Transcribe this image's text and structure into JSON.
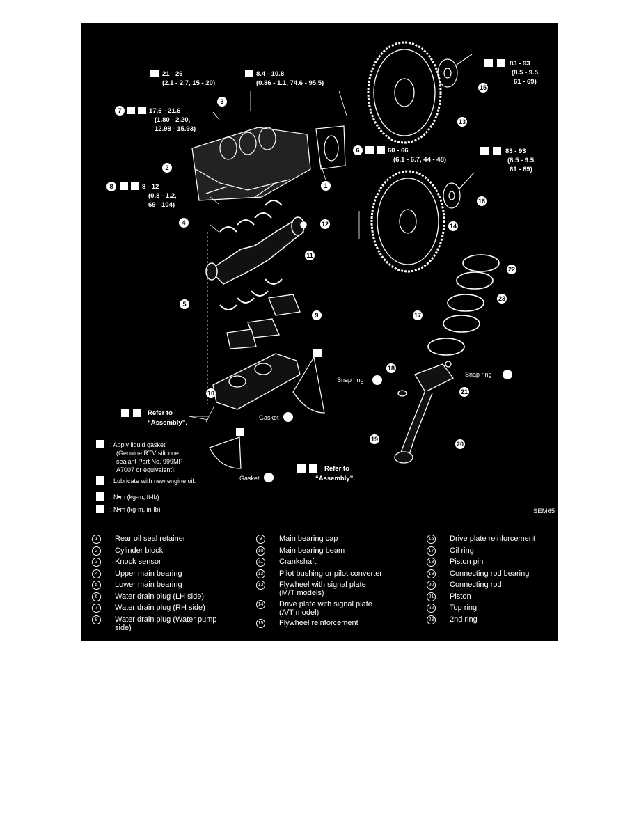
{
  "diagram": {
    "specs": [
      {
        "lines": [
          "21 - 26",
          "(2.1 - 2.7, 15 - 20)"
        ]
      },
      {
        "lines": [
          "8.4 - 10.8",
          "(0.86 - 1.1, 74.6 - 95.5)"
        ]
      },
      {
        "lines": [
          "17.6 - 21.6",
          "(1.80 - 2.20,",
          "12.98 - 15.93)"
        ]
      },
      {
        "lines": [
          "60 - 66",
          "(6.1 - 6.7, 44 - 48)"
        ]
      },
      {
        "lines": [
          "8 - 12",
          "(0.8 - 1.2,",
          "69 - 104)"
        ]
      },
      {
        "lines": [
          "83 - 93",
          "(8.5 - 9.5,",
          "61 - 69)"
        ]
      },
      {
        "lines": [
          "83 - 93",
          "(8.5 - 9.5,",
          "61 - 69)"
        ]
      }
    ],
    "callouts": [
      "1",
      "2",
      "3",
      "4",
      "5",
      "6",
      "7",
      "8",
      "9",
      "10",
      "11",
      "12",
      "13",
      "14",
      "15",
      "16",
      "17",
      "18",
      "19",
      "20",
      "21",
      "22",
      "23"
    ],
    "refer_line1": "Refer to",
    "refer_line2": "“Assembly”.",
    "snap_ring": "Snap ring",
    "gasket": "Gasket",
    "key_gasket": ": Apply liquid gasket",
    "key_gasket_2": "(Genuine RTV silicone",
    "key_gasket_3": "sealant Part No. 999MP-",
    "key_gasket_4": "A7007 or equivalent).",
    "key_lube": ": Lubricate with new engine oil.",
    "key_nm_ftlb": ": N•m (kg-m, ft-lb)",
    "key_nm_inlb": ": N•m (kg-m, in-lb)",
    "figure_code": "SEM65"
  },
  "legend": {
    "col1": [
      {
        "n": "1",
        "label": "Rear oil seal retainer"
      },
      {
        "n": "2",
        "label": "Cylinder block"
      },
      {
        "n": "3",
        "label": "Knock sensor"
      },
      {
        "n": "4",
        "label": "Upper main bearing"
      },
      {
        "n": "5",
        "label": "Lower main bearing"
      },
      {
        "n": "6",
        "label": "Water drain plug (LH side)"
      },
      {
        "n": "7",
        "label": "Water drain plug (RH side)"
      },
      {
        "n": "8",
        "label": "Water drain plug (Water pump\nside)"
      }
    ],
    "col2": [
      {
        "n": "9",
        "label": "Main bearing cap"
      },
      {
        "n": "10",
        "label": "Main bearing beam"
      },
      {
        "n": "11",
        "label": "Crankshaft"
      },
      {
        "n": "12",
        "label": "Pilot bushing or pilot converter"
      },
      {
        "n": "13",
        "label": "Flywheel with signal plate\n(M/T models)"
      },
      {
        "n": "14",
        "label": "Drive plate with signal plate\n(A/T model)"
      },
      {
        "n": "15",
        "label": "Flywheel reinforcement"
      }
    ],
    "col3": [
      {
        "n": "16",
        "label": "Drive plate reinforcement"
      },
      {
        "n": "17",
        "label": "Oil ring"
      },
      {
        "n": "18",
        "label": "Piston pin"
      },
      {
        "n": "19",
        "label": "Connecting rod bearing"
      },
      {
        "n": "20",
        "label": "Connecting rod"
      },
      {
        "n": "21",
        "label": "Piston"
      },
      {
        "n": "22",
        "label": "Top ring"
      },
      {
        "n": "23",
        "label": "2nd ring"
      }
    ]
  }
}
